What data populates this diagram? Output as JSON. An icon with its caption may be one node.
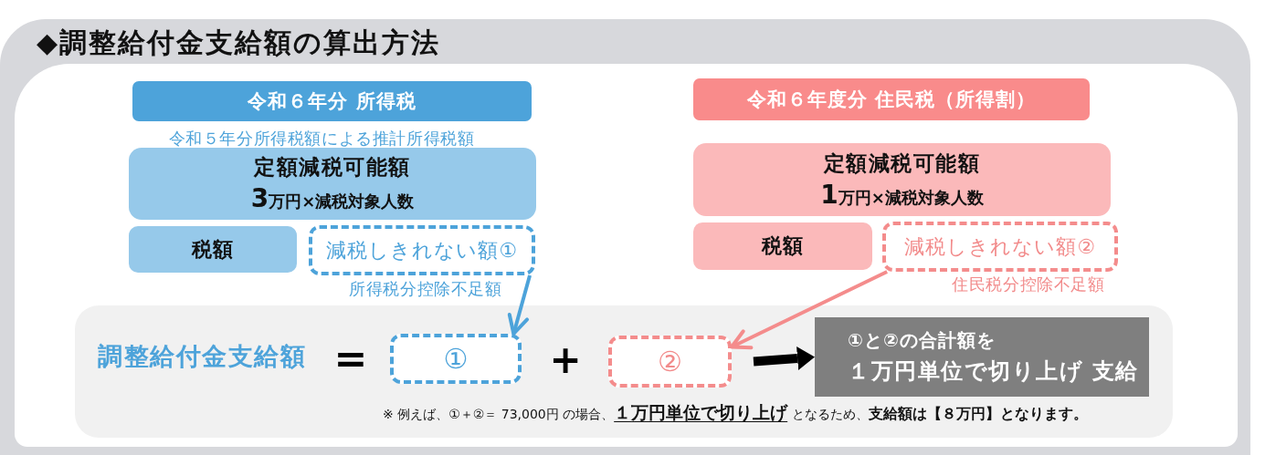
{
  "diagram": {
    "title": "◆調整給付金支給額の算出方法",
    "nodes": [
      {
        "text": [
          "令和６年分 所得税"
        ],
        "beside": [
          "令和５年分所得税額による推計所得税額"
        ]
      },
      {
        "text": [
          "定額減税可能額",
          "3万円×減税対象人数"
        ]
      },
      {
        "text": [
          "税額"
        ]
      },
      {
        "text": [
          "減税しきれない額①"
        ],
        "beside": [
          "所得税分控除不足額"
        ]
      },
      {
        "text": [
          "令和６年度分 住民税（所得割）"
        ]
      },
      {
        "text": [
          "定額減税可能額",
          "1万円×減税対象人数"
        ]
      },
      {
        "text": [
          "税額"
        ]
      },
      {
        "text": [
          "減税しきれない額②"
        ],
        "beside": [
          "住民税分控除不足額"
        ]
      },
      {
        "text": [
          "調整給付金支給額"
        ]
      },
      {
        "text": [
          "①"
        ],
        "in": 8
      },
      {
        "text": [
          "②"
        ],
        "in": 8
      },
      {
        "text": [
          "①と②の合計額を",
          "１万円単位で切り上げ 支給"
        ],
        "in": 8
      }
    ],
    "edges": [
      {
        "from": 3,
        "to": 9,
        "arrow": "to",
        "color": "#4da3da"
      },
      {
        "from": 7,
        "to": 10,
        "arrow": "to",
        "color": "#f48c8c"
      },
      {
        "from": 10,
        "to": 11,
        "arrow": "to",
        "style": "thick",
        "color": "#000000"
      }
    ],
    "labels": [
      "=",
      "+",
      "※ 例えば、①＋②＝ 73,000円 の場合、**１万円単位で切り上げ** となるため、**支給額は【８万円】となります。**"
    ]
  }
}
